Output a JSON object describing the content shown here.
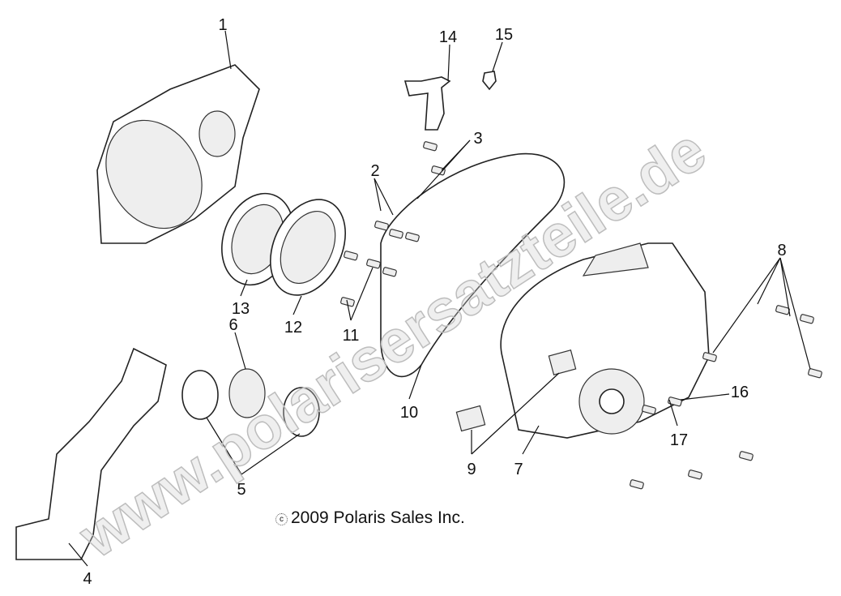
{
  "diagram": {
    "callouts": [
      "1",
      "14",
      "15",
      "2",
      "3",
      "8",
      "13",
      "12",
      "11",
      "6",
      "10",
      "16",
      "17",
      "9",
      "7",
      "5",
      "4"
    ],
    "copyright_symbol": "c",
    "copyright": "2009 Polaris Sales Inc.",
    "watermark": "www.polarisersatzteile.de"
  }
}
